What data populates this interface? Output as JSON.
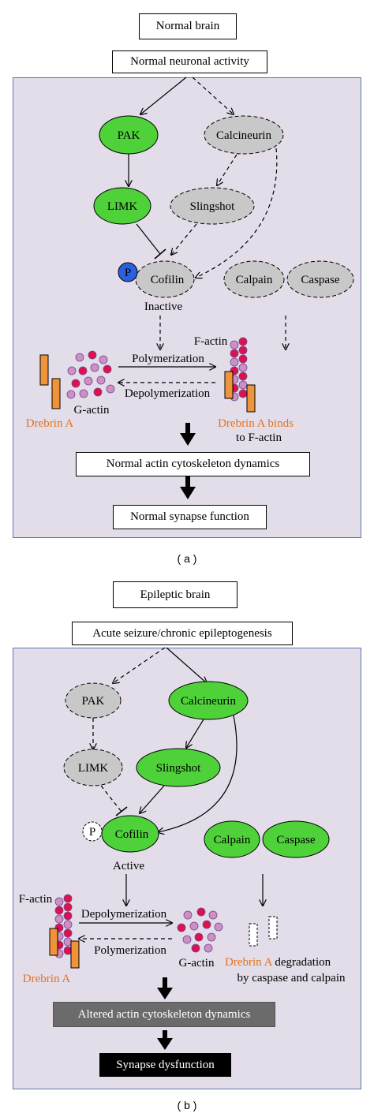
{
  "panel_a": {
    "title": "Normal brain",
    "subtitle": "Normal neuronal activity",
    "nodes": {
      "pak": "PAK",
      "calcineurin": "Calcineurin",
      "limk": "LIMK",
      "slingshot": "Slingshot",
      "p": "P",
      "cofilin": "Cofilin",
      "calpain": "Calpain",
      "caspase": "Caspase"
    },
    "cofilin_state": "Inactive",
    "f_actin": "F-actin",
    "g_actin": "G-actin",
    "polymerization": "Polymerization",
    "depolymerization": "Depolymerization",
    "drebrin_left": "Drebrin A",
    "drebrin_binds": "Drebrin A binds",
    "to_f_actin": "to F-actin",
    "result1": "Normal actin cytoskeleton dynamics",
    "result2": "Normal synapse function",
    "caption": "( a )"
  },
  "panel_b": {
    "title": "Epileptic brain",
    "subtitle": "Acute seizure/chronic epileptogenesis",
    "nodes": {
      "pak": "PAK",
      "calcineurin": "Calcineurin",
      "limk": "LIMK",
      "slingshot": "Slingshot",
      "p": "P",
      "cofilin": "Cofilin",
      "calpain": "Calpain",
      "caspase": "Caspase"
    },
    "cofilin_state": "Active",
    "f_actin": "F-actin",
    "g_actin": "G-actin",
    "depolymerization": "Depolymerization",
    "polymerization": "Polymerization",
    "drebrin_left": "Drebrin A",
    "drebrin_degradation": "Drebrin A",
    "degradation_word": " degradation",
    "by_caspase": "by caspase and calpain",
    "result1": "Altered actin cytoskeleton dynamics",
    "result2": "Synapse dysfunction",
    "caption": "( b )"
  },
  "colors": {
    "active_green": "#4fd13a",
    "inactive_gray": "#c8c8c8",
    "panel_bg": "#e3dde9",
    "panel_border": "#5a79b5",
    "drebrin_orange": "#f0943a",
    "phospho_blue": "#2c5fe0",
    "g_actin_pink": "#cf8fc0",
    "g_actin_red": "#e0104a",
    "altered_box": "#6b6b6b"
  }
}
